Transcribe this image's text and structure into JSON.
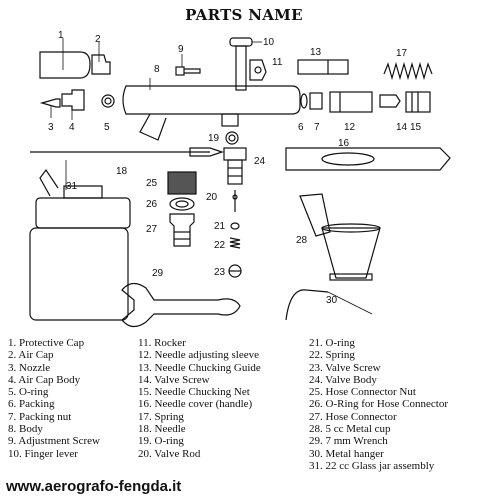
{
  "title": "PARTS NAME",
  "website": "www.aerografo-fengda.it",
  "callouts": [
    "1",
    "2",
    "3",
    "4",
    "5",
    "6",
    "7",
    "8",
    "9",
    "10",
    "11",
    "12",
    "13",
    "14",
    "15",
    "16",
    "17",
    "18",
    "19",
    "20",
    "21",
    "22",
    "23",
    "24",
    "25",
    "26",
    "27",
    "28",
    "29",
    "30",
    "31"
  ],
  "parts": [
    "1. Protective Cap",
    "2. Air Cap",
    "3. Nozzle",
    "4. Air Cap Body",
    "5. O-ring",
    "6. Packing",
    "7. Packing nut",
    "8. Body",
    "9. Adjustment Screw",
    "10. Finger lever",
    "11. Rocker",
    "12. Needle adjusting sleeve",
    "13. Needle Chucking Guide",
    "14. Valve Screw",
    "15. Needle Chucking Net",
    "16. Needle cover (handle)",
    "17. Spring",
    "18. Needle",
    "19. O-ring",
    "20. Valve Rod",
    "21. O-ring",
    "22. Spring",
    "23. Valve Screw",
    "24. Valve Body",
    "25. Hose Connector Nut",
    "26. O-Ring for Hose Connector",
    "27. Hose Connector",
    "28. 5 cc Metal cup",
    "29. 7 mm Wrench",
    "30. Metal  hanger",
    "31. 22 cc Glass jar assembly"
  ]
}
